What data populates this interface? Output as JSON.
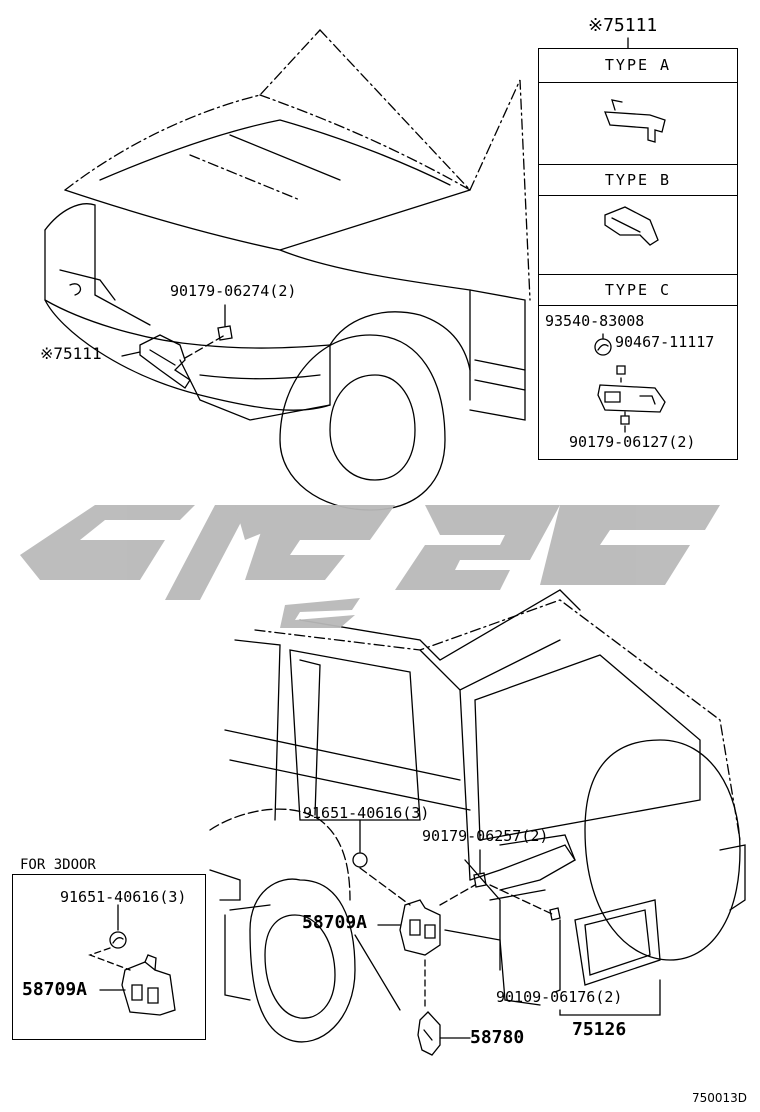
{
  "front": {
    "label_90179_06274": "90179-06274(2)",
    "label_75111_left": "※75111",
    "label_75111_top": "※75111"
  },
  "type_box": {
    "type_a": "TYPE A",
    "type_b": "TYPE B",
    "type_c": "TYPE C",
    "label_93540_83008": "93540-83008",
    "label_90467_11117": "90467-11117",
    "label_90179_06127": "90179-06127(2)"
  },
  "rear": {
    "label_91651_40616": "91651-40616(3)",
    "label_90179_06257": "90179-06257(2)",
    "label_58709A": "58709A",
    "label_90109_06176": "90109-06176(2)",
    "label_58780": "58780",
    "label_75126": "75126"
  },
  "three_door": {
    "title": "FOR 3DOOR",
    "label_91651_40616": "91651-40616(3)",
    "label_58709A": "58709A"
  },
  "footer": {
    "code": "750013D"
  },
  "watermark_text": "cyce",
  "colors": {
    "line": "#000000",
    "watermark": "#b9b9b9",
    "background": "#ffffff"
  }
}
